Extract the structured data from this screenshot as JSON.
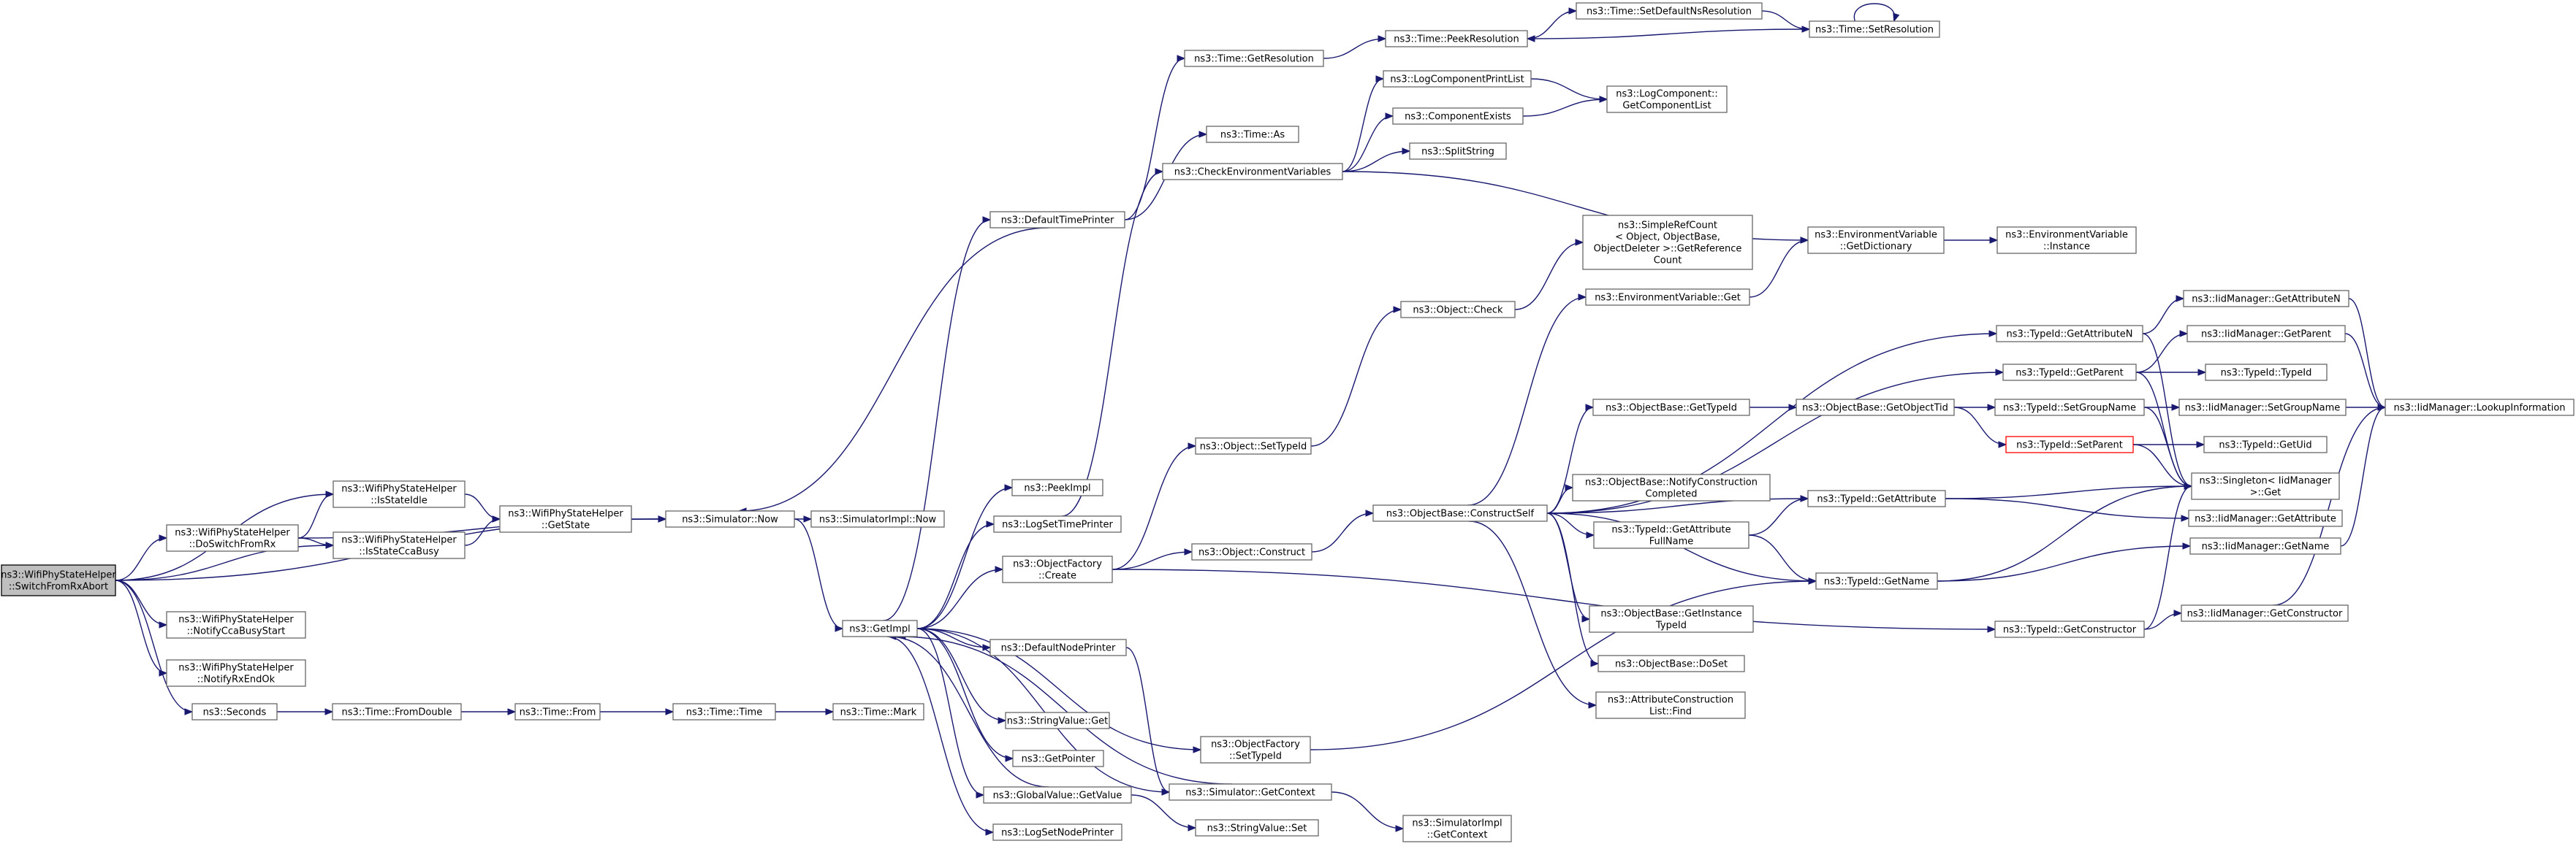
{
  "graph": {
    "nodes": [
      {
        "id": "root",
        "lines": [
          "ns3::WifiPhyStateHelper",
          "::SwitchFromRxAbort"
        ],
        "style": "root"
      },
      {
        "id": "doSwitch",
        "lines": [
          "ns3::WifiPhyStateHelper",
          "::DoSwitchFromRx"
        ]
      },
      {
        "id": "notifyCca",
        "lines": [
          "ns3::WifiPhyStateHelper",
          "::NotifyCcaBusyStart"
        ]
      },
      {
        "id": "notifyRx",
        "lines": [
          "ns3::WifiPhyStateHelper",
          "::NotifyRxEndOk"
        ]
      },
      {
        "id": "seconds",
        "lines": [
          "ns3::Seconds"
        ]
      },
      {
        "id": "isIdle",
        "lines": [
          "ns3::WifiPhyStateHelper",
          "::IsStateIdle"
        ]
      },
      {
        "id": "isCca",
        "lines": [
          "ns3::WifiPhyStateHelper",
          "::IsStateCcaBusy"
        ]
      },
      {
        "id": "getState",
        "lines": [
          "ns3::WifiPhyStateHelper",
          "::GetState"
        ]
      },
      {
        "id": "simNow",
        "lines": [
          "ns3::Simulator::Now"
        ]
      },
      {
        "id": "simImplNow",
        "lines": [
          "ns3::SimulatorImpl::Now"
        ]
      },
      {
        "id": "fromDouble",
        "lines": [
          "ns3::Time::FromDouble"
        ]
      },
      {
        "id": "timeFrom",
        "lines": [
          "ns3::Time::From"
        ]
      },
      {
        "id": "timeTime",
        "lines": [
          "ns3::Time::Time"
        ]
      },
      {
        "id": "timeMark",
        "lines": [
          "ns3::Time::Mark"
        ]
      },
      {
        "id": "getImpl",
        "lines": [
          "ns3::GetImpl"
        ]
      },
      {
        "id": "defTimePrinter",
        "lines": [
          "ns3::DefaultTimePrinter"
        ]
      },
      {
        "id": "peekImpl",
        "lines": [
          "ns3::PeekImpl"
        ]
      },
      {
        "id": "logSetTime",
        "lines": [
          "ns3::LogSetTimePrinter"
        ]
      },
      {
        "id": "ofCreate",
        "lines": [
          "ns3::ObjectFactory",
          "::Create"
        ]
      },
      {
        "id": "defNodePrinter",
        "lines": [
          "ns3::DefaultNodePrinter"
        ]
      },
      {
        "id": "svGet",
        "lines": [
          "ns3::StringValue::Get"
        ]
      },
      {
        "id": "getPointer",
        "lines": [
          "ns3::GetPointer"
        ]
      },
      {
        "id": "gvGetValue",
        "lines": [
          "ns3::GlobalValue::GetValue"
        ]
      },
      {
        "id": "logSetNode",
        "lines": [
          "ns3::LogSetNodePrinter"
        ]
      },
      {
        "id": "getResolution",
        "lines": [
          "ns3::Time::GetResolution"
        ]
      },
      {
        "id": "timeAs",
        "lines": [
          "ns3::Time::As"
        ]
      },
      {
        "id": "checkEnv",
        "lines": [
          "ns3::CheckEnvironmentVariables"
        ]
      },
      {
        "id": "objSetTypeId",
        "lines": [
          "ns3::Object::SetTypeId"
        ]
      },
      {
        "id": "objConstruct",
        "lines": [
          "ns3::Object::Construct"
        ]
      },
      {
        "id": "ofSetTypeId",
        "lines": [
          "ns3::ObjectFactory",
          "::SetTypeId"
        ]
      },
      {
        "id": "simGetContext",
        "lines": [
          "ns3::Simulator::GetContext"
        ]
      },
      {
        "id": "svSet",
        "lines": [
          "ns3::StringValue::Set"
        ]
      },
      {
        "id": "peekRes",
        "lines": [
          "ns3::Time::PeekResolution"
        ]
      },
      {
        "id": "setDefNs",
        "lines": [
          "ns3::Time::SetDefaultNsResolution"
        ]
      },
      {
        "id": "setRes",
        "lines": [
          "ns3::Time::SetResolution"
        ]
      },
      {
        "id": "logCompPrint",
        "lines": [
          "ns3::LogComponentPrintList"
        ]
      },
      {
        "id": "compExists",
        "lines": [
          "ns3::ComponentExists"
        ]
      },
      {
        "id": "splitString",
        "lines": [
          "ns3::SplitString"
        ]
      },
      {
        "id": "logGetCompList",
        "lines": [
          "ns3::LogComponent::",
          "GetComponentList"
        ]
      },
      {
        "id": "objCheck",
        "lines": [
          "ns3::Object::Check"
        ]
      },
      {
        "id": "simpleRef",
        "lines": [
          "ns3::SimpleRefCount",
          "< Object, ObjectBase,",
          "ObjectDeleter >::GetReference",
          "Count"
        ]
      },
      {
        "id": "envGet",
        "lines": [
          "ns3::EnvironmentVariable::Get"
        ]
      },
      {
        "id": "envGetDict",
        "lines": [
          "ns3::EnvironmentVariable",
          "::GetDictionary"
        ]
      },
      {
        "id": "envInstance",
        "lines": [
          "ns3::EnvironmentVariable",
          "::Instance"
        ]
      },
      {
        "id": "constructSelf",
        "lines": [
          "ns3::ObjectBase::ConstructSelf"
        ]
      },
      {
        "id": "simImplGetCtx",
        "lines": [
          "ns3::SimulatorImpl",
          "::GetContext"
        ]
      },
      {
        "id": "obGetTypeId",
        "lines": [
          "ns3::ObjectBase::GetTypeId"
        ]
      },
      {
        "id": "obNotify",
        "lines": [
          "ns3::ObjectBase::NotifyConstruction",
          "Completed"
        ]
      },
      {
        "id": "tidGetAttrFull",
        "lines": [
          "ns3::TypeId::GetAttribute",
          "FullName"
        ]
      },
      {
        "id": "obGetInstTid",
        "lines": [
          "ns3::ObjectBase::GetInstance",
          "TypeId"
        ]
      },
      {
        "id": "obDoSet",
        "lines": [
          "ns3::ObjectBase::DoSet"
        ]
      },
      {
        "id": "attrFind",
        "lines": [
          "ns3::AttributeConstruction",
          "List::Find"
        ]
      },
      {
        "id": "obGetObjTid",
        "lines": [
          "ns3::ObjectBase::GetObjectTid"
        ]
      },
      {
        "id": "tidGetAttrN",
        "lines": [
          "ns3::TypeId::GetAttributeN"
        ]
      },
      {
        "id": "tidGetParent",
        "lines": [
          "ns3::TypeId::GetParent"
        ]
      },
      {
        "id": "tidSetGroup",
        "lines": [
          "ns3::TypeId::SetGroupName"
        ]
      },
      {
        "id": "tidSetParent",
        "lines": [
          "ns3::TypeId::SetParent"
        ],
        "style": "red"
      },
      {
        "id": "tidGetAttr",
        "lines": [
          "ns3::TypeId::GetAttribute"
        ]
      },
      {
        "id": "tidGetName",
        "lines": [
          "ns3::TypeId::GetName"
        ]
      },
      {
        "id": "tidGetCtor",
        "lines": [
          "ns3::TypeId::GetConstructor"
        ]
      },
      {
        "id": "iidGetAttrN",
        "lines": [
          "ns3::IidManager::GetAttributeN"
        ]
      },
      {
        "id": "iidGetParent",
        "lines": [
          "ns3::IidManager::GetParent"
        ]
      },
      {
        "id": "tidTypeId",
        "lines": [
          "ns3::TypeId::TypeId"
        ]
      },
      {
        "id": "iidSetGroup",
        "lines": [
          "ns3::IidManager::SetGroupName"
        ]
      },
      {
        "id": "tidGetUid",
        "lines": [
          "ns3::TypeId::GetUid"
        ]
      },
      {
        "id": "singletonGet",
        "lines": [
          "ns3::Singleton< IidManager",
          ">::Get"
        ]
      },
      {
        "id": "iidGetAttr",
        "lines": [
          "ns3::IidManager::GetAttribute"
        ]
      },
      {
        "id": "iidGetName",
        "lines": [
          "ns3::IidManager::GetName"
        ]
      },
      {
        "id": "iidGetCtor",
        "lines": [
          "ns3::IidManager::GetConstructor"
        ]
      },
      {
        "id": "iidLookup",
        "lines": [
          "ns3::IidManager::LookupInformation"
        ]
      }
    ],
    "edges": [
      [
        "root",
        "doSwitch"
      ],
      [
        "root",
        "notifyCca"
      ],
      [
        "root",
        "notifyRx"
      ],
      [
        "root",
        "seconds"
      ],
      [
        "root",
        "isIdle"
      ],
      [
        "root",
        "isCca"
      ],
      [
        "root",
        "simNow"
      ],
      [
        "doSwitch",
        "isIdle"
      ],
      [
        "doSwitch",
        "isCca"
      ],
      [
        "doSwitch",
        "simNow"
      ],
      [
        "isIdle",
        "getState"
      ],
      [
        "isCca",
        "getState"
      ],
      [
        "getState",
        "simNow"
      ],
      [
        "simNow",
        "simImplNow"
      ],
      [
        "simNow",
        "getImpl"
      ],
      [
        "seconds",
        "fromDouble"
      ],
      [
        "fromDouble",
        "timeFrom"
      ],
      [
        "timeFrom",
        "timeTime"
      ],
      [
        "timeTime",
        "timeMark"
      ],
      [
        "getImpl",
        "defTimePrinter"
      ],
      [
        "getImpl",
        "peekImpl"
      ],
      [
        "getImpl",
        "logSetTime"
      ],
      [
        "getImpl",
        "ofCreate"
      ],
      [
        "getImpl",
        "defNodePrinter"
      ],
      [
        "getImpl",
        "svGet"
      ],
      [
        "getImpl",
        "getPointer"
      ],
      [
        "getImpl",
        "gvGetValue"
      ],
      [
        "getImpl",
        "logSetNode"
      ],
      [
        "getImpl",
        "ofSetTypeId"
      ],
      [
        "getImpl",
        "simGetContext"
      ],
      [
        "defTimePrinter",
        "simNow"
      ],
      [
        "defTimePrinter",
        "getResolution"
      ],
      [
        "defTimePrinter",
        "timeAs"
      ],
      [
        "getResolution",
        "peekRes"
      ],
      [
        "peekRes",
        "setDefNs"
      ],
      [
        "setDefNs",
        "setRes"
      ],
      [
        "setRes",
        "peekRes"
      ],
      [
        "setRes",
        "setRes"
      ],
      [
        "logSetTime",
        "checkEnv"
      ],
      [
        "checkEnv",
        "logCompPrint"
      ],
      [
        "checkEnv",
        "compExists"
      ],
      [
        "checkEnv",
        "splitString"
      ],
      [
        "checkEnv",
        "envGetDict"
      ],
      [
        "logCompPrint",
        "logGetCompList"
      ],
      [
        "compExists",
        "logGetCompList"
      ],
      [
        "envGetDict",
        "envInstance"
      ],
      [
        "envGet",
        "envGetDict"
      ],
      [
        "ofCreate",
        "objSetTypeId"
      ],
      [
        "ofCreate",
        "objConstruct"
      ],
      [
        "ofCreate",
        "tidGetCtor"
      ],
      [
        "objSetTypeId",
        "objCheck"
      ],
      [
        "objCheck",
        "simpleRef"
      ],
      [
        "objConstruct",
        "constructSelf"
      ],
      [
        "defNodePrinter",
        "simGetContext"
      ],
      [
        "gvGetValue",
        "getImpl"
      ],
      [
        "gvGetValue",
        "svSet"
      ],
      [
        "ofSetTypeId",
        "tidGetName"
      ],
      [
        "simGetContext",
        "getImpl"
      ],
      [
        "simGetContext",
        "simImplGetCtx"
      ],
      [
        "constructSelf",
        "envGet"
      ],
      [
        "constructSelf",
        "tidGetAttrN"
      ],
      [
        "constructSelf",
        "tidGetParent"
      ],
      [
        "constructSelf",
        "obGetTypeId"
      ],
      [
        "constructSelf",
        "tidGetAttr"
      ],
      [
        "constructSelf",
        "obNotify"
      ],
      [
        "constructSelf",
        "tidGetAttrFull"
      ],
      [
        "constructSelf",
        "tidGetName"
      ],
      [
        "constructSelf",
        "obGetInstTid"
      ],
      [
        "constructSelf",
        "obDoSet"
      ],
      [
        "constructSelf",
        "attrFind"
      ],
      [
        "obGetTypeId",
        "obGetObjTid"
      ],
      [
        "obGetObjTid",
        "tidSetGroup"
      ],
      [
        "obGetObjTid",
        "tidSetParent"
      ],
      [
        "tidGetAttrFull",
        "tidGetAttr"
      ],
      [
        "tidGetAttrFull",
        "tidGetName"
      ],
      [
        "tidGetAttrN",
        "iidGetAttrN"
      ],
      [
        "tidGetAttrN",
        "singletonGet"
      ],
      [
        "tidGetParent",
        "iidGetParent"
      ],
      [
        "tidGetParent",
        "tidTypeId"
      ],
      [
        "tidGetParent",
        "singletonGet"
      ],
      [
        "tidSetGroup",
        "iidSetGroup"
      ],
      [
        "tidSetGroup",
        "singletonGet"
      ],
      [
        "tidSetParent",
        "tidGetUid"
      ],
      [
        "tidSetParent",
        "singletonGet"
      ],
      [
        "tidGetAttr",
        "singletonGet"
      ],
      [
        "tidGetAttr",
        "iidGetAttr"
      ],
      [
        "tidGetName",
        "singletonGet"
      ],
      [
        "tidGetName",
        "iidGetName"
      ],
      [
        "tidGetCtor",
        "singletonGet"
      ],
      [
        "tidGetCtor",
        "iidGetCtor"
      ],
      [
        "iidGetAttrN",
        "iidLookup"
      ],
      [
        "iidGetParent",
        "iidLookup"
      ],
      [
        "iidSetGroup",
        "iidLookup"
      ],
      [
        "iidGetName",
        "iidLookup"
      ],
      [
        "iidGetCtor",
        "iidLookup"
      ]
    ]
  }
}
